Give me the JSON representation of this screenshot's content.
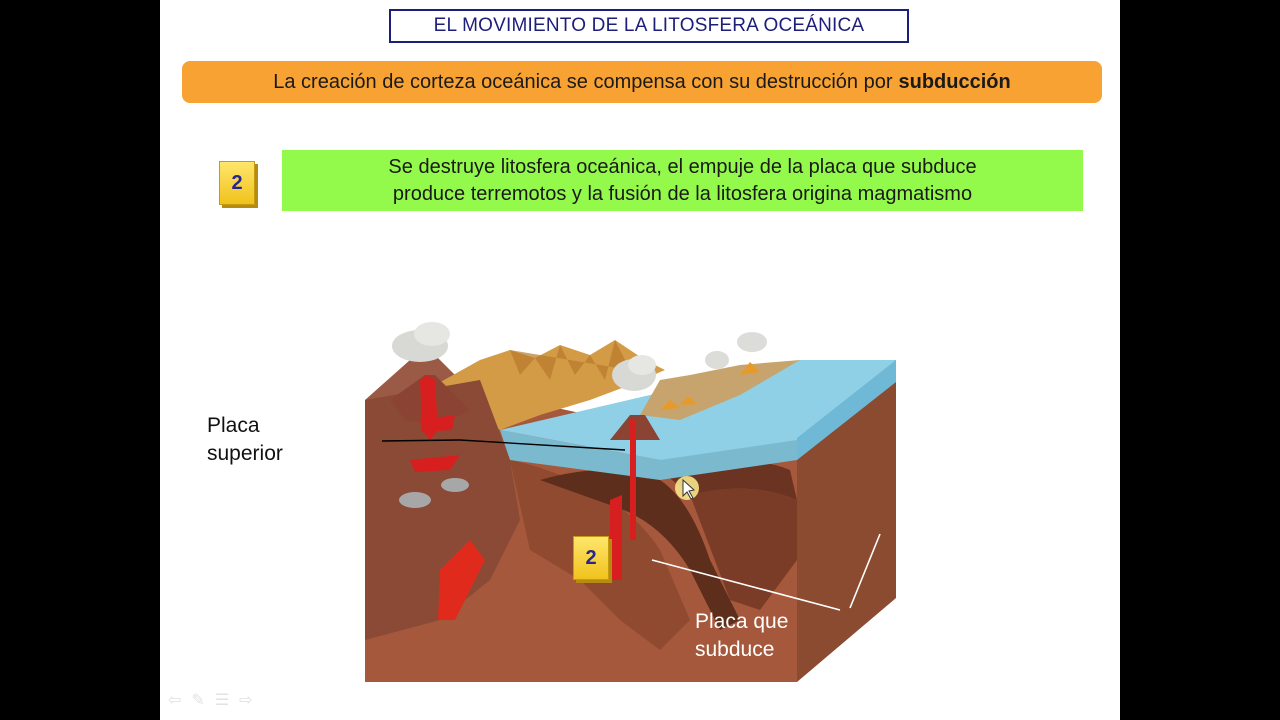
{
  "slide": {
    "title": "EL MOVIMIENTO DE LA LITOSFERA OCEÁNICA",
    "subtitle_prefix": "La creación de corteza oceánica se compensa con su destrucción por",
    "subtitle_bold": "subducción",
    "step_number": "2",
    "description_line1": "Se destruye litosfera oceánica, el empuje de la placa que subduce",
    "description_line2": "produce terremotos y la fusión de la litosfera origina magmatismo",
    "diagram": {
      "label_upper_line1": "Placa",
      "label_upper_line2": "superior",
      "label_subduct_line1": "Placa que",
      "label_subduct_line2": "subduce",
      "badge_number": "2"
    }
  },
  "navigation": {
    "prev_icon": "arrow-left-icon",
    "pen_icon": "pen-icon",
    "menu_icon": "slide-menu-icon",
    "next_icon": "arrow-right-icon"
  },
  "colors": {
    "title_border": "#1d1d7a",
    "orange_bar": "#f7a233",
    "green_box": "#93f94b",
    "badge_fill": "#f5cf2c",
    "badge_text": "#262690"
  }
}
